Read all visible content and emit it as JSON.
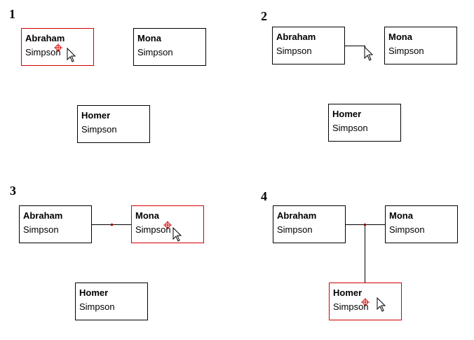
{
  "steps": [
    {
      "number": "1",
      "persons": [
        {
          "first": "Abraham",
          "last": "Simpson",
          "selected": true
        },
        {
          "first": "Mona",
          "last": "Simpson",
          "selected": false
        },
        {
          "first": "Homer",
          "last": "Simpson",
          "selected": false
        }
      ]
    },
    {
      "number": "2",
      "persons": [
        {
          "first": "Abraham",
          "last": "Simpson",
          "selected": false
        },
        {
          "first": "Mona",
          "last": "Simpson",
          "selected": false
        },
        {
          "first": "Homer",
          "last": "Simpson",
          "selected": false
        }
      ]
    },
    {
      "number": "3",
      "persons": [
        {
          "first": "Abraham",
          "last": "Simpson",
          "selected": false
        },
        {
          "first": "Mona",
          "last": "Simpson",
          "selected": true
        },
        {
          "first": "Homer",
          "last": "Simpson",
          "selected": false
        }
      ]
    },
    {
      "number": "4",
      "persons": [
        {
          "first": "Abraham",
          "last": "Simpson",
          "selected": false
        },
        {
          "first": "Mona",
          "last": "Simpson",
          "selected": false
        },
        {
          "first": "Homer",
          "last": "Simpson",
          "selected": true
        }
      ]
    }
  ],
  "colors": {
    "selected_border": "#d00000",
    "line": "#000000",
    "joint": "#a00000"
  }
}
